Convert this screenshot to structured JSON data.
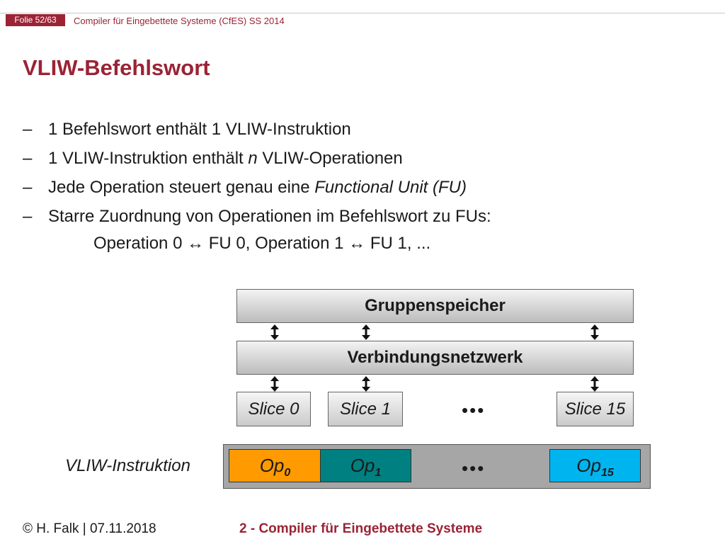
{
  "header": {
    "slide_number": "Folie 52/63",
    "course": "Compiler für Eingebettete Systeme (CfES) SS 2014"
  },
  "title": "VLIW-Befehlswort",
  "bullets": [
    {
      "dash": "–",
      "parts": [
        "1 Befehlswort enthält 1 VLIW-Instruktion"
      ]
    },
    {
      "dash": "–",
      "parts": [
        "1 VLIW-Instruktion enthält ",
        "n",
        " VLIW-Operationen"
      ]
    },
    {
      "dash": "–",
      "parts": [
        "Jede Operation steuert genau eine ",
        "Functional Unit (FU)"
      ]
    },
    {
      "dash": "–",
      "parts": [
        "Starre Zuordnung von Operationen im Befehlswort zu FUs:"
      ]
    }
  ],
  "mapping_line": "Operation 0 ↔ FU 0, Operation 1 ↔ FU 1, ...",
  "diagram": {
    "group_memory": "Gruppenspeicher",
    "interconnect": "Verbindungsnetzwerk",
    "slices": [
      "Slice 0",
      "Slice 1",
      "Slice 15"
    ],
    "ellipsis": "•••",
    "instruction_label": "VLIW-Instruktion",
    "op_base": "Op",
    "ops": [
      {
        "sub": "0",
        "color": "#ff9a00"
      },
      {
        "sub": "1",
        "color": "#008080"
      },
      {
        "sub": "15",
        "color": "#00b4f0"
      }
    ]
  },
  "footer": {
    "author_date": "© H. Falk | 07.11.2018",
    "chapter": "2 - Compiler für Eingebettete Systeme"
  }
}
